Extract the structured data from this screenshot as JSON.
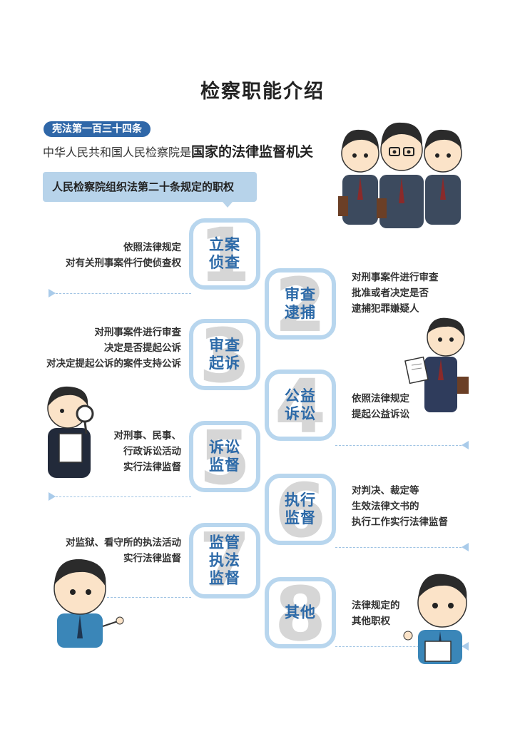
{
  "title": "检察职能介绍",
  "constitution_badge": "宪法第一百三十四条",
  "statement": {
    "prefix": "中华人民共和国人民检察院是",
    "emphasis": "国家的法律监督机关"
  },
  "banner": "人民检察院组织法第二十条规定的职权",
  "colors": {
    "accent_blue": "#2d6aa8",
    "badge_blue": "#2f67a8",
    "box_border": "#b8d6ee",
    "banner_bg": "#b7d3ea",
    "number_gray": "#d6d6d6"
  },
  "functions": [
    {
      "number": "1",
      "label_lines": [
        "立案",
        "侦查"
      ],
      "side": "left",
      "desc_lines": [
        "依照法律规定",
        "对有关刑事案件行使侦查权"
      ]
    },
    {
      "number": "2",
      "label_lines": [
        "审查",
        "逮捕"
      ],
      "side": "right",
      "desc_lines": [
        "对刑事案件进行审查",
        "批准或者决定是否",
        "逮捕犯罪嫌疑人"
      ]
    },
    {
      "number": "3",
      "label_lines": [
        "审查",
        "起诉"
      ],
      "side": "left",
      "desc_lines": [
        "对刑事案件进行审查",
        "决定是否提起公诉",
        "对决定提起公诉的案件支持公诉"
      ]
    },
    {
      "number": "4",
      "label_lines": [
        "公益",
        "诉讼"
      ],
      "side": "right",
      "desc_lines": [
        "依照法律规定",
        "提起公益诉讼"
      ]
    },
    {
      "number": "5",
      "label_lines": [
        "诉讼",
        "监督"
      ],
      "side": "left",
      "desc_lines": [
        "对刑事、民事、",
        "行政诉讼活动",
        "实行法律监督"
      ]
    },
    {
      "number": "6",
      "label_lines": [
        "执行",
        "监督"
      ],
      "side": "right",
      "desc_lines": [
        "对判决、裁定等",
        "生效法律文书的",
        "执行工作实行法律监督"
      ]
    },
    {
      "number": "7",
      "label_lines": [
        "监管",
        "执法",
        "监督"
      ],
      "side": "left",
      "desc_lines": [
        "对监狱、看守所的执法活动",
        "实行法律监督"
      ]
    },
    {
      "number": "8",
      "label_lines": [
        "其他"
      ],
      "side": "right",
      "desc_lines": [
        "法律规定的",
        "其他职权"
      ]
    }
  ],
  "illustrations": [
    "three-prosecutors",
    "prosecutor-with-document",
    "prosecutor-with-magnifier",
    "officer-pointing-left",
    "officer-pointing-right"
  ]
}
